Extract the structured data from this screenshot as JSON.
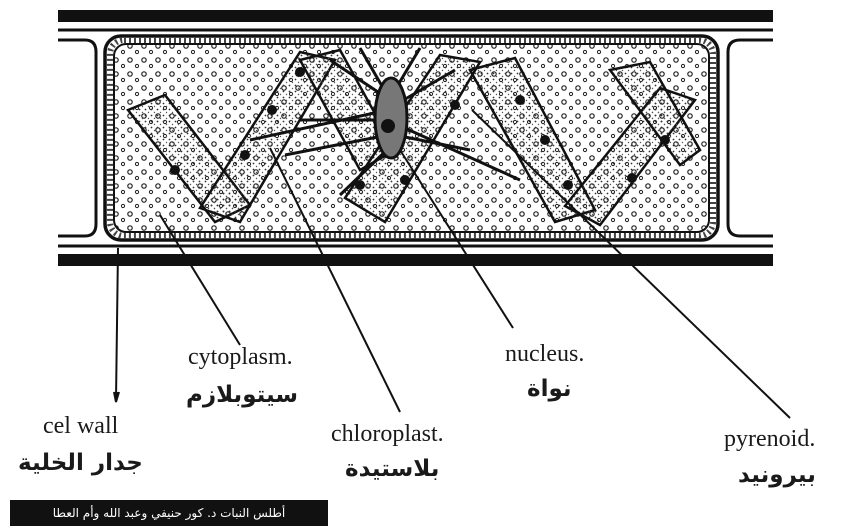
{
  "labels": {
    "cell_wall_en": "cel wall",
    "cell_wall_ar": "جدار الخلية",
    "cytoplasm_en": "cytoplasm.",
    "cytoplasm_ar": "سيتوبلازم",
    "chloroplast_en": "chloroplast.",
    "chloroplast_ar": "بلاستيدة",
    "nucleus_en": "nucleus.",
    "nucleus_ar": "نواة",
    "pyrenoid_en": "pyrenoid.",
    "pyrenoid_ar": "بيرونيد"
  },
  "credit": "أطلس النبات د. كور حنيفي وعبد الله وأم العطا"
}
